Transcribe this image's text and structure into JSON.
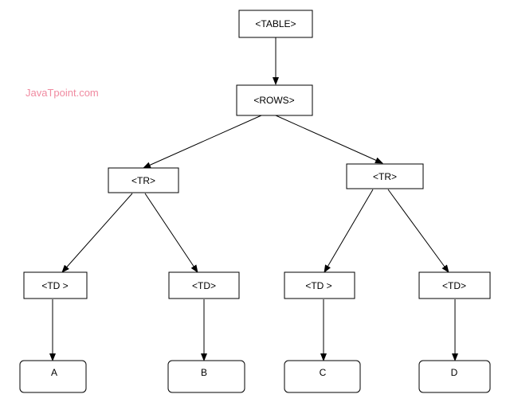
{
  "watermark": "JavaTpoint.com",
  "nodes": {
    "table": "<TABLE>",
    "rows": "<ROWS>",
    "tr_left": "<TR>",
    "tr_right": "<TR>",
    "td_1": "<TD >",
    "td_2": "<TD>",
    "td_3": "<TD >",
    "td_4": "<TD>",
    "leaf_a": "A",
    "leaf_b": "B",
    "leaf_c": "C",
    "leaf_d": "D"
  },
  "colors": {
    "stroke": "#000000",
    "watermark": "#f08aa0"
  }
}
